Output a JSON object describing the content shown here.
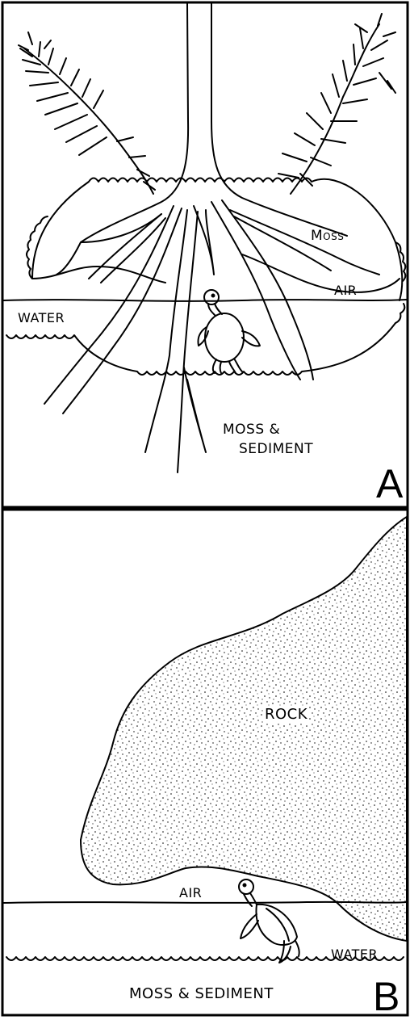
{
  "panel_a": {
    "labels": {
      "moss": "Moss",
      "air": "AIR",
      "water": "WATER",
      "moss_sediment_1": "MOSS &",
      "moss_sediment_2": "SEDIMENT"
    },
    "panel_letter": "A"
  },
  "panel_b": {
    "labels": {
      "rock": "ROCK",
      "air": "AIR",
      "water": "WATER",
      "moss_sediment": "MOSS & SEDIMENT"
    },
    "panel_letter": "B"
  },
  "colors": {
    "ink": "#000000",
    "paper": "#ffffff"
  }
}
